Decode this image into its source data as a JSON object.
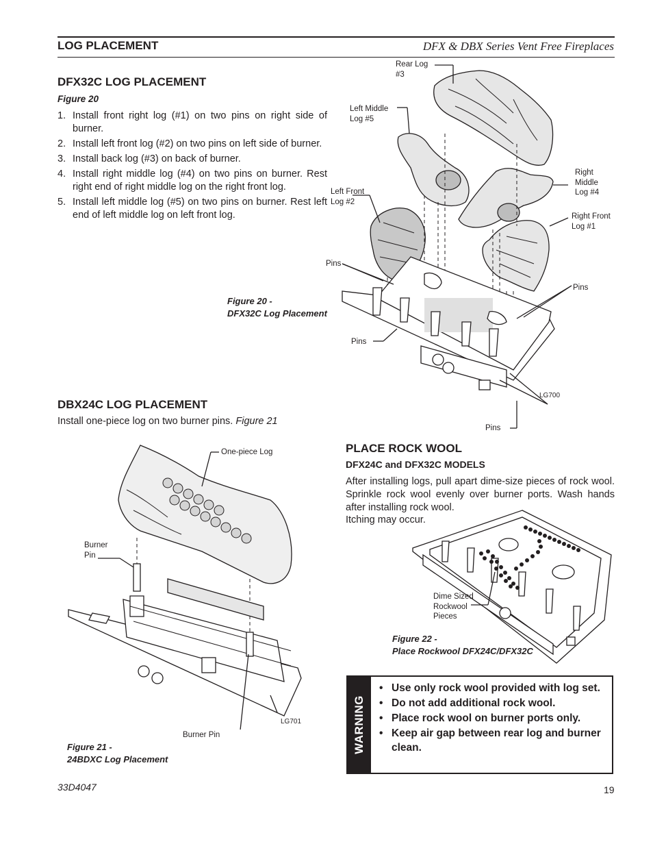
{
  "header": {
    "section_title": "LOG PLACEMENT",
    "doc_title": "DFX & DBX Series Vent Free Fireplaces"
  },
  "dfx32c": {
    "heading": "DFX32C LOG PLACEMENT",
    "figure_ref": "Figure 20",
    "steps": [
      {
        "num": "1.",
        "text": "Install front right log (#1) on two pins on right side of burner."
      },
      {
        "num": "2.",
        "text": "Install left front log (#2) on two pins on left side of burner."
      },
      {
        "num": "3.",
        "text": "Install back log (#3) on back of burner."
      },
      {
        "num": "4.",
        "text": "Install right middle log (#4) on two pins on burner. Rest right end of right middle log on the right front log."
      },
      {
        "num": "5.",
        "text": "Install left middle log (#5) on two pins on burner. Rest left end of left middle log on left front log."
      }
    ]
  },
  "fig20": {
    "labels": {
      "rear_log": "Rear Log",
      "rear_log_num": "#3",
      "left_middle": "Left Middle",
      "left_middle_num": "Log #5",
      "right_middle_1": "Right",
      "right_middle_2": "Middle",
      "right_middle_3": "Log #4",
      "left_front": "Left Front",
      "left_front_num": "Log #2",
      "right_front": "Right Front",
      "right_front_num": "Log #1",
      "pins_left": "Pins",
      "pins_right": "Pins",
      "pins_bottom": "Pins",
      "pins_lower": "Pins",
      "code": "LG700"
    },
    "caption_1": "Figure 20 -",
    "caption_2": "DFX32C Log Placement"
  },
  "dbx24c": {
    "heading": "DBX24C LOG PLACEMENT",
    "text": "Install one-piece log on two burner pins.",
    "figure_ref": "Figure 21"
  },
  "fig21": {
    "labels": {
      "one_piece": "One-piece Log",
      "burner_pin_1": "Burner",
      "burner_pin_2": "Pin",
      "burner_pin_bottom": "Burner Pin",
      "code": "LG701"
    },
    "caption_1": "Figure 21 -",
    "caption_2": "24BDXC Log Placement"
  },
  "rockwool": {
    "heading": "PLACE ROCK WOOL",
    "subheading": "DFX24C and DFX32C MODELS",
    "text_1": "After installing logs, pull apart dime-size pieces of rock wool. Sprinkle rock wool evenly over burner ports. Wash hands after installing rock wool.",
    "text_2": "Itching may occur."
  },
  "fig22": {
    "labels": {
      "dime_1": "Dime Sized",
      "dime_2": "Rockwool",
      "dime_3": "Pieces"
    },
    "caption_1": "Figure 22 -",
    "caption_2": "Place Rockwool DFX24C/DFX32C"
  },
  "warning": {
    "word": "WARNING",
    "items": [
      "Use only rock wool provided with log set.",
      "Do not add additional rock wool.",
      "Place rock wool on burner ports only.",
      "Keep air gap between rear log and burner clean."
    ]
  },
  "footer": {
    "doc_number": "33D4047",
    "page_number": "19"
  }
}
